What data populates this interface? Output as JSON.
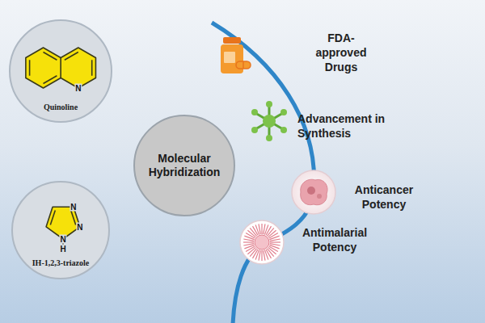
{
  "diagram": {
    "nodes": [
      {
        "text": [
          "Quinoline"
        ]
      },
      {
        "text": [
          "IH-1,2,3-triazole"
        ]
      },
      {
        "text": [
          "Molecular Hybridization"
        ]
      }
    ],
    "labels": [
      "N",
      "N",
      "N",
      "N",
      "H",
      "FDA- approved Drugs",
      "Advancement in Synthesis",
      "Anticancer Potency",
      "Antimalarial Potency"
    ]
  }
}
